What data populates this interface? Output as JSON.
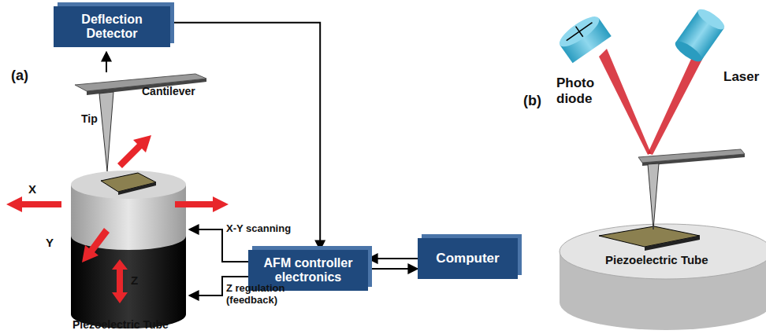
{
  "diagram": {
    "nodes": [
      {
        "text": [
          "Deflection Detector"
        ]
      },
      {
        "text": [
          "AFM controller electronics"
        ]
      },
      {
        "text": [
          "Computer"
        ]
      }
    ],
    "edges": [
      {
        "from": 0,
        "to": 1,
        "arrow": "to"
      },
      {
        "from": 2,
        "to": 1,
        "arrow": "to"
      },
      {
        "from": 1,
        "to": 2,
        "arrow": "to"
      }
    ],
    "labels": [
      "(a)",
      "Cantilever",
      "Tip",
      "X",
      "Y",
      "Z",
      "Piezoelectric Tube",
      "X-Y scanning",
      "Z regulation (feedback)",
      "(b)",
      "Photo diode",
      "Laser",
      "Piezoelectric Tube"
    ]
  }
}
